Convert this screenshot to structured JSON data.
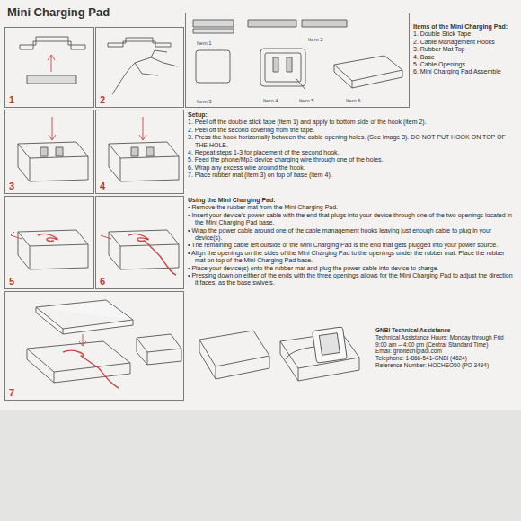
{
  "diagram": {
    "title": "Mini Charging Pad",
    "nodes": [
      {
        "text": [
          "1"
        ]
      },
      {
        "text": [
          "2"
        ]
      },
      {
        "text": [
          "Item 1",
          "Item 2",
          "Item 3",
          "Item 4",
          "Item 5",
          "Item 6"
        ]
      },
      {
        "text": [
          "3"
        ]
      },
      {
        "text": [
          "4"
        ]
      },
      {
        "text": [
          "5"
        ]
      },
      {
        "text": [
          "6"
        ]
      },
      {
        "text": [
          "7"
        ]
      }
    ],
    "labels": [
      "Items of the Mini Charging Pad:",
      "1. Double Stick Tape",
      "2. Cable Management Hooks",
      "3. Rubber Mat Top",
      "4. Base",
      "5. Cable Openings",
      "6. Mini Charging Pad Assemble",
      "Setup:",
      "1. Peel off the double stick tape (item 1) and apply to bottom side of the hook (item 2).",
      "2. Peel off the second covering from the tape.",
      "3. Press the hook horizontally between the cable opening holes. (See Image 3). DO NOT PUT HOOK ON TOP OF THE HOLE.",
      "4. Repeat steps 1-3 for placement of the second hook.",
      "5. Feed the phone/Mp3 device charging wire through one of the holes.",
      "6. Wrap any excess wire around the hook.",
      "7. Place rubber mat (item 3) on top of base (item 4).",
      "Using the Mini Charging Pad:",
      "• Remove the rubber mat from the Mini Charging Pad.",
      "• Insert your device's power cable with the end that plugs into your device through one of the two openings located in the Mini Charging Pad base.",
      "• Wrap the power cable around one of the cable management hooks leaving just enough cable to plug in your device(s).",
      "• The remaining cable left outside of the Mini Charging Pad is the end that gets plugged into your power source.",
      "• Align the openings on the sides of the Mini Charging Pad to the openings under the rubber mat. Place the rubber mat on top of the Mini Charging Pad base.",
      "• Place your device(s) onto the rubber mat and plug the power cable into device to charge.",
      "• Pressing down on either of the ends with the three openings allows for the Mini Charging Pad to adjust the direction it faces, as the base swivels.",
      "GNBI Technical Assistance",
      "Technical Assistance Hours: Monday through Frid",
      "9:00 am – 4:00 pm (Central Standard Time)",
      "Email: gnbitech@aol.com",
      "Telephone: 1-866-541-GNBI (4624)",
      "Reference Number: HOCHSO50 (PO 3494)"
    ]
  }
}
